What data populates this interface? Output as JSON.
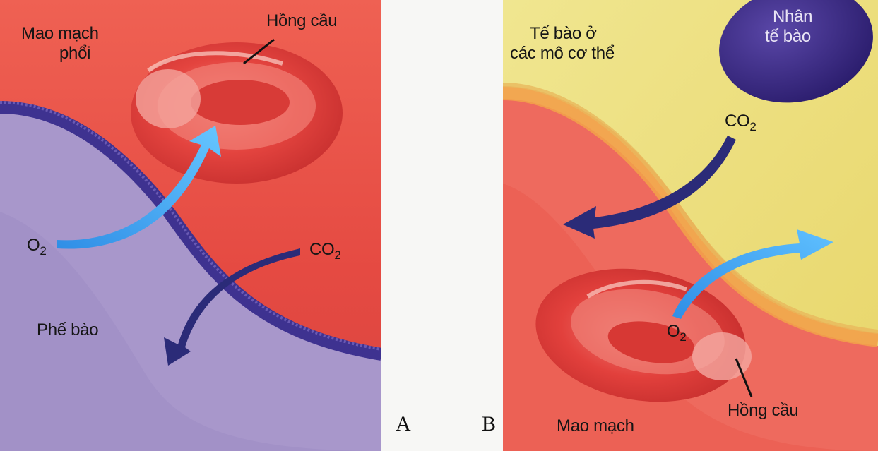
{
  "panel_a": {
    "letter": "A",
    "capillary_label_line1": "Mao mạch",
    "capillary_label_line2": "phổi",
    "rbc_label": "Hồng cầu",
    "alveolus_label": "Phế bào",
    "o2": {
      "base": "O",
      "sub": "2"
    },
    "co2": {
      "base": "CO",
      "sub": "2"
    }
  },
  "panel_b": {
    "letter": "B",
    "tissue_label_line1": "Tế bào ở",
    "tissue_label_line2": "các mô cơ thể",
    "nucleus_label_line1": "Nhân",
    "nucleus_label_line2": "tế bào",
    "capillary_label": "Mao mạch",
    "rbc_label": "Hồng cầu",
    "o2": {
      "base": "O",
      "sub": "2"
    },
    "co2": {
      "base": "CO",
      "sub": "2"
    }
  },
  "colors": {
    "capillary": "#e9574a",
    "alveolus": "#a998cc",
    "membrane": "#3e3290",
    "tissue": "#ecdf7a",
    "nucleus": "#3a2784",
    "rbc": "#e13d3a",
    "o2_arrow": "#3ba3f0",
    "co2_arrow": "#2b2b78"
  }
}
